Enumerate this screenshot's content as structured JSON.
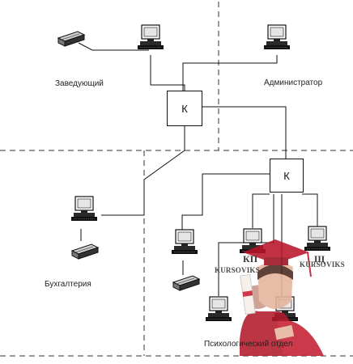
{
  "diagram": {
    "zones": {
      "head_label": "Заведующий",
      "admin_label": "Администратор",
      "accounting_label": "Бухгалтерия",
      "psych_label": "Психологический отдел"
    },
    "hubs": {
      "hub1_label": "К",
      "hub2_label": "К"
    },
    "watermark": {
      "left_text": "KURSOVIKS",
      "right_text": "KURSOVIKS",
      "left_mark": "КП",
      "right_mark": "Щ"
    }
  }
}
